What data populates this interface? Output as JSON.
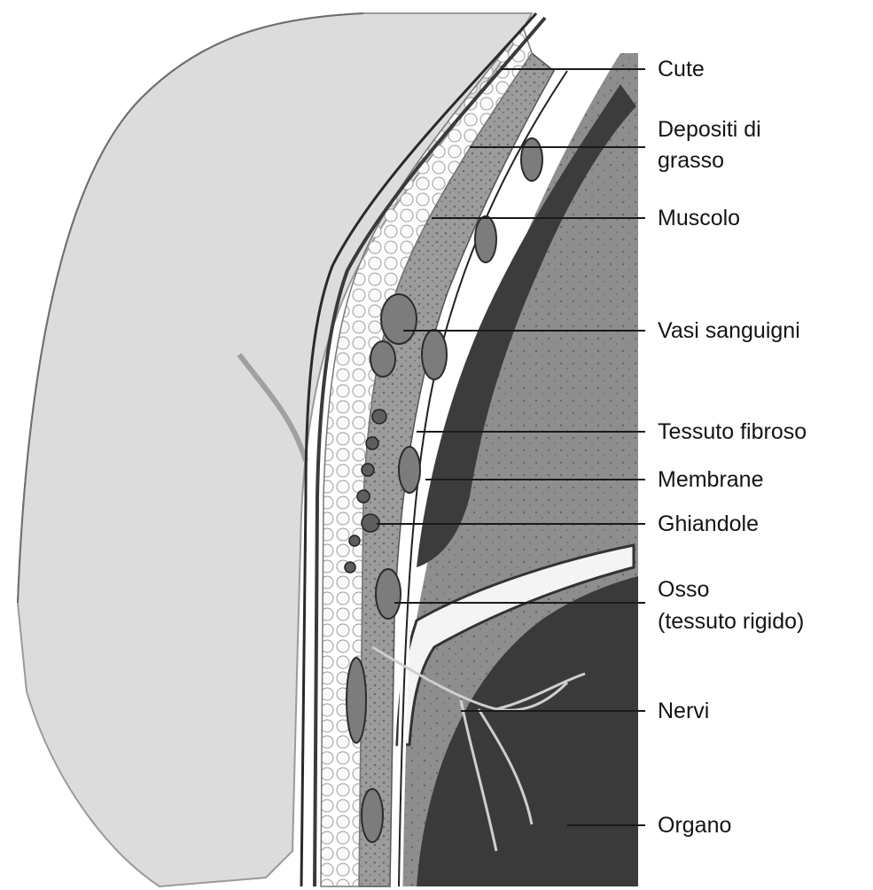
{
  "labels": {
    "cute": "Cute",
    "depositi_1": "Depositi di",
    "depositi_2": "grasso",
    "muscolo": "Muscolo",
    "vasi": "Vasi sanguigni",
    "tessuto": "Tessuto fibroso",
    "membrane": "Membrane",
    "ghiandole": "Ghiandole",
    "osso_1": "Osso",
    "osso_2": "(tessuto rigido)",
    "nervi": "Nervi",
    "organo": "Organo"
  },
  "colors": {
    "background": "#ffffff",
    "shoulder": "#d9d9d9",
    "cavity": "#8f8f8f",
    "organ": "#444444",
    "muscle": "#9a9a9a",
    "fat": "#f2f2f2",
    "text": "#141414"
  }
}
